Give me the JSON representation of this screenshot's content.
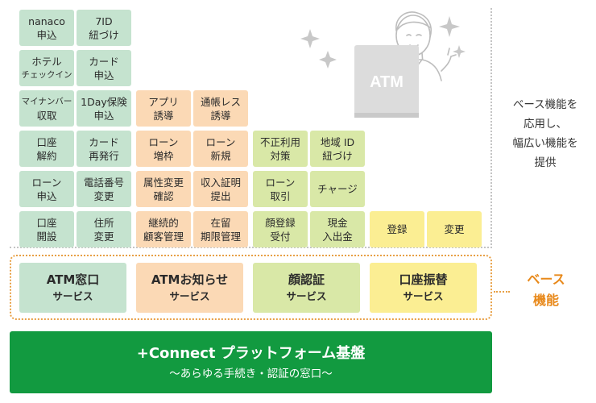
{
  "feature_tiles": {
    "nanaco": [
      "nanaco",
      "申込"
    ],
    "id7": [
      "7ID",
      "紐づけ"
    ],
    "hotel": [
      "ホテル",
      "チェックイン"
    ],
    "card_apply": [
      "カード",
      "申込"
    ],
    "mynumber": [
      "マイナンバー",
      "収取"
    ],
    "oneday": [
      "1Day保険",
      "申込"
    ],
    "app": [
      "アプリ",
      "誘導"
    ],
    "passbookless": [
      "通帳レス",
      "誘導"
    ],
    "account_cancel": [
      "口座",
      "解約"
    ],
    "card_reissue": [
      "カード",
      "再発行"
    ],
    "loan_increase": [
      "ローン",
      "増枠"
    ],
    "loan_new": [
      "ローン",
      "新規"
    ],
    "fraud": [
      "不正利用",
      "対策"
    ],
    "regional_id": [
      "地域 ID",
      "紐づけ"
    ],
    "loan_apply": [
      "ローン",
      "申込"
    ],
    "phone_change": [
      "電話番号",
      "変更"
    ],
    "attribute_check": [
      "属性変更",
      "確認"
    ],
    "income_proof": [
      "収入証明",
      "提出"
    ],
    "loan_transaction": [
      "ローン",
      "取引"
    ],
    "charge": [
      "チャージ"
    ],
    "account_open": [
      "口座",
      "開設"
    ],
    "address_change": [
      "住所",
      "変更"
    ],
    "continuous_customer": [
      "継続的",
      "顧客管理"
    ],
    "residence_period": [
      "在留",
      "期限管理"
    ],
    "face_register": [
      "顔登録",
      "受付"
    ],
    "cash": [
      "現金",
      "入出金"
    ],
    "register": [
      "登録"
    ],
    "change": [
      "変更"
    ]
  },
  "base_services": [
    {
      "title": "ATM窓口",
      "subtitle": "サービス",
      "color": "#c5e3cf"
    },
    {
      "title": "ATMお知らせ",
      "subtitle": "サービス",
      "color": "#fbd9b5"
    },
    {
      "title": "顔認証",
      "subtitle": "サービス",
      "color": "#d9e8a7"
    },
    {
      "title": "口座振替",
      "subtitle": "サービス",
      "color": "#fbee93"
    }
  ],
  "side_note": [
    "ベース機能を",
    "応用し、",
    "幅広い機能を",
    "提供"
  ],
  "base_label": [
    "ベース",
    "機能"
  ],
  "platform": {
    "title": "+Connect プラットフォーム基盤",
    "subtitle": "〜あらゆる手続き・認証の窓口〜",
    "color": "#129a40"
  },
  "atm_label": "ATM",
  "colors": {
    "base_frame": "#e8a046",
    "base_label": "#e8891b",
    "gray_frame": "#c3c3c3"
  }
}
